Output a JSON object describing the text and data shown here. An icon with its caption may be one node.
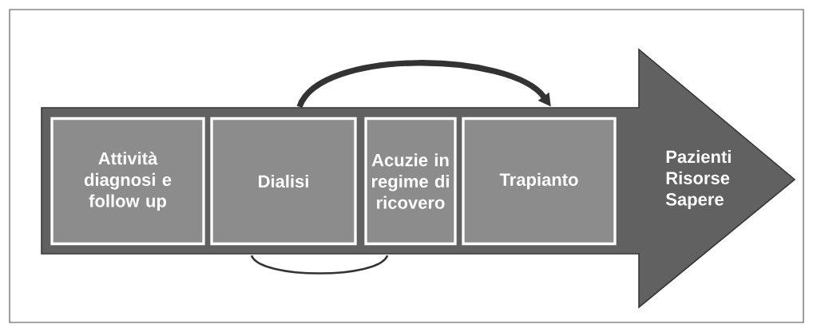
{
  "diagram": {
    "nodes": [
      {
        "text": [
          "Pazienti Risorse Sapere"
        ]
      },
      {
        "text": [
          "Attività diagnosi e follow up"
        ],
        "in": 0
      },
      {
        "text": [
          "Dialisi"
        ],
        "in": 0
      },
      {
        "text": [
          "Acuzie in regime di ricovero"
        ],
        "in": 0
      },
      {
        "text": [
          "Trapianto"
        ],
        "in": 0
      }
    ],
    "edges": [
      {
        "from": 2,
        "to": 4,
        "arrow": "to",
        "style": "thick"
      },
      {
        "from": 2,
        "to": 3,
        "arrow": "none"
      }
    ]
  }
}
